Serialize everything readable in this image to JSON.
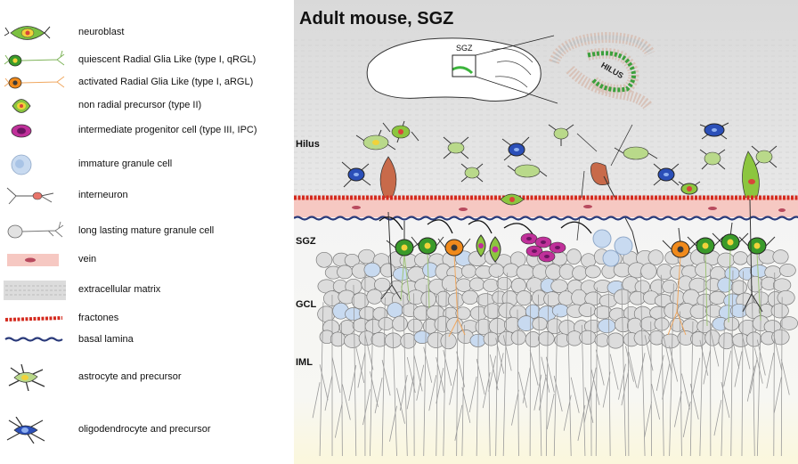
{
  "title": "Adult mouse,  SGZ",
  "brain_inset": {
    "region_label": "SGZ",
    "hilus_label": "HILUS"
  },
  "zones": {
    "hilus": "Hilus",
    "sgz": "SGZ",
    "gcl": "GCL",
    "iml": "IML"
  },
  "legend": [
    {
      "label": "neuroblast",
      "icon": "neuroblast-icon"
    },
    {
      "label": "quiescent Radial Glia Like (type I, qRGL)",
      "icon": "qrgl-icon"
    },
    {
      "label": "activated  Radial Glia Like (type I, aRGL)",
      "icon": "argl-icon"
    },
    {
      "label": "non radial  precursor (type II)",
      "icon": "type-ii-precursor-icon"
    },
    {
      "label": "intermediate progenitor cell (type III, IPC)",
      "icon": "ipc-icon"
    },
    {
      "label": "immature granule cell",
      "icon": "immature-granule-icon"
    },
    {
      "label": "interneuron",
      "icon": "interneuron-icon"
    },
    {
      "label": "long lasting mature granule cell",
      "icon": "mature-granule-icon"
    },
    {
      "label": "vein",
      "icon": "vein-icon"
    },
    {
      "label": "extracellular matrix",
      "icon": "ecm-icon"
    },
    {
      "label": "fractones",
      "icon": "fractones-icon"
    },
    {
      "label": "basal lamina",
      "icon": "basal-lamina-icon"
    },
    {
      "label": "astrocyte and precursor",
      "icon": "astrocyte-icon"
    },
    {
      "label": "oligodendrocyte and  precursor",
      "icon": "oligodendrocyte-icon"
    }
  ],
  "colors": {
    "neuroblast": "#7cc142",
    "qrgl": "#3a9a2a",
    "argl": "#f08a1c",
    "ipc": "#c0309a",
    "immature_granule": "#a9c4e6",
    "astrocyte": "#b9d98a",
    "oligodendrocyte": "#2b4fb8",
    "fractones": "#d42a1e",
    "basal_lamina": "#2a3a7a",
    "vein": "#f6c8c2",
    "granule": "#d8d8d8"
  }
}
